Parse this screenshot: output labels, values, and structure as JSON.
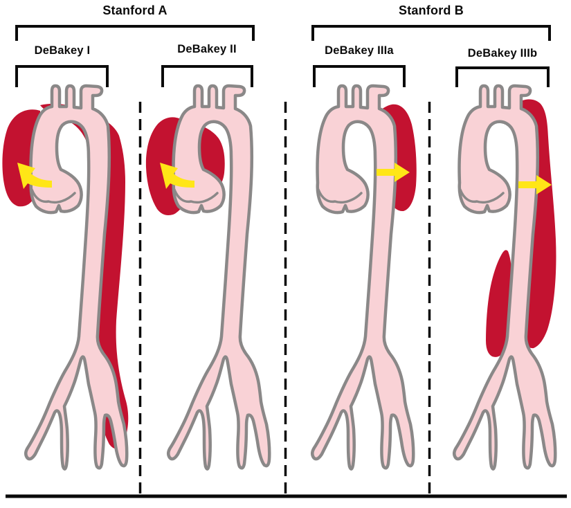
{
  "figure": {
    "groups": [
      {
        "label": "Stanford A",
        "types": [
          {
            "label": "DeBakey I",
            "arrow_direction": "up-left"
          },
          {
            "label": "DeBakey II",
            "arrow_direction": "up-left"
          }
        ]
      },
      {
        "label": "Stanford B",
        "types": [
          {
            "label": "DeBakey IIIa",
            "arrow_direction": "right"
          },
          {
            "label": "DeBakey IIIb",
            "arrow_direction": "right"
          }
        ]
      }
    ],
    "colors": {
      "false_lumen": "#c31230",
      "aorta_fill": "#f9d2d6",
      "outline": "#8a8888",
      "arrow": "#ffe617",
      "line": "#0a0a0a"
    }
  }
}
